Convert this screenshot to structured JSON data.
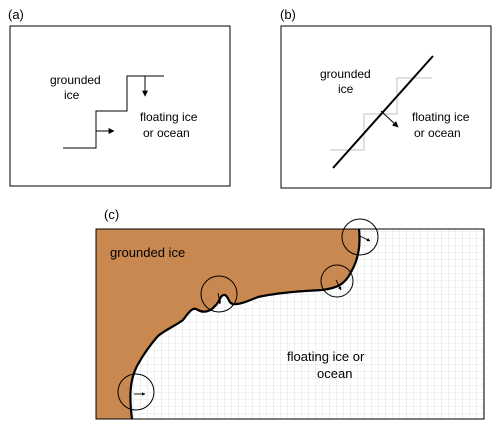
{
  "panel_a": {
    "letter": "(a)",
    "grounded_line1": "grounded",
    "grounded_line2": "ice",
    "floating_line1": "floating ice",
    "floating_line2": "or ocean"
  },
  "panel_b": {
    "letter": "(b)",
    "grounded_line1": "grounded",
    "grounded_line2": "ice",
    "floating_line1": "floating ice",
    "floating_line2": "or ocean"
  },
  "panel_c": {
    "letter": "(c)",
    "grounded_label": "grounded ice",
    "floating_line1": "floating ice or",
    "floating_line2": "ocean"
  },
  "colors": {
    "grounded_fill": "#c8884f",
    "grid_line": "#cccccc",
    "stroke": "#000000"
  }
}
